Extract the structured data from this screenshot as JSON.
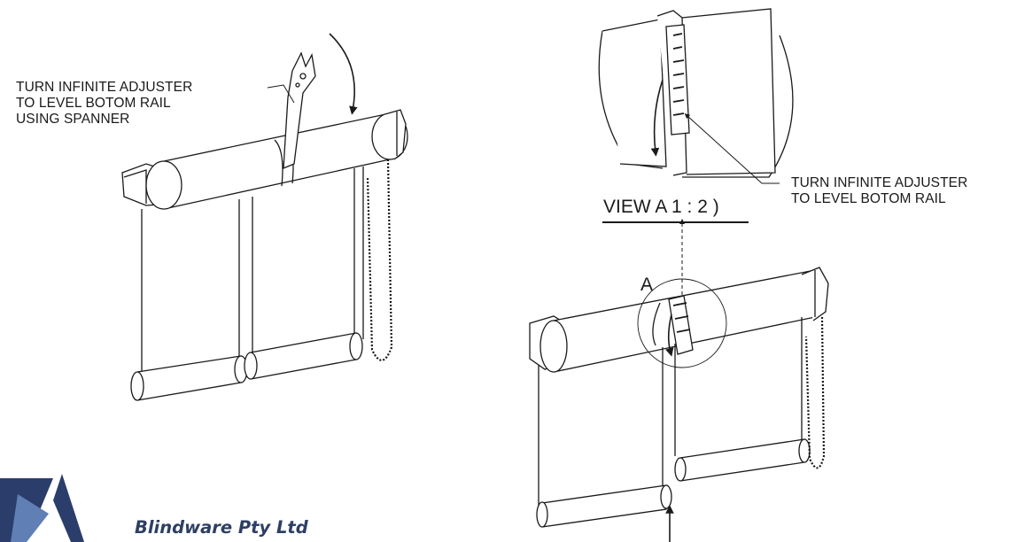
{
  "left_figure": {
    "callout_lines": [
      "TURN INFINITE ADJUSTER",
      "TO LEVEL BOTOM RAIL",
      "USING SPANNER"
    ]
  },
  "right_figure": {
    "detail_callout_lines": [
      "TURN INFINITE ADJUSTER",
      "TO LEVEL BOTOM RAIL"
    ],
    "view_title": "VIEW A  1 : 2 )",
    "detail_marker": "A"
  },
  "brand": {
    "company_name": "Blindware Pty Ltd",
    "logo_colors": [
      "#2b3d6b",
      "#5f7fb5"
    ]
  },
  "colors": {
    "line": "#1a1a1a"
  }
}
